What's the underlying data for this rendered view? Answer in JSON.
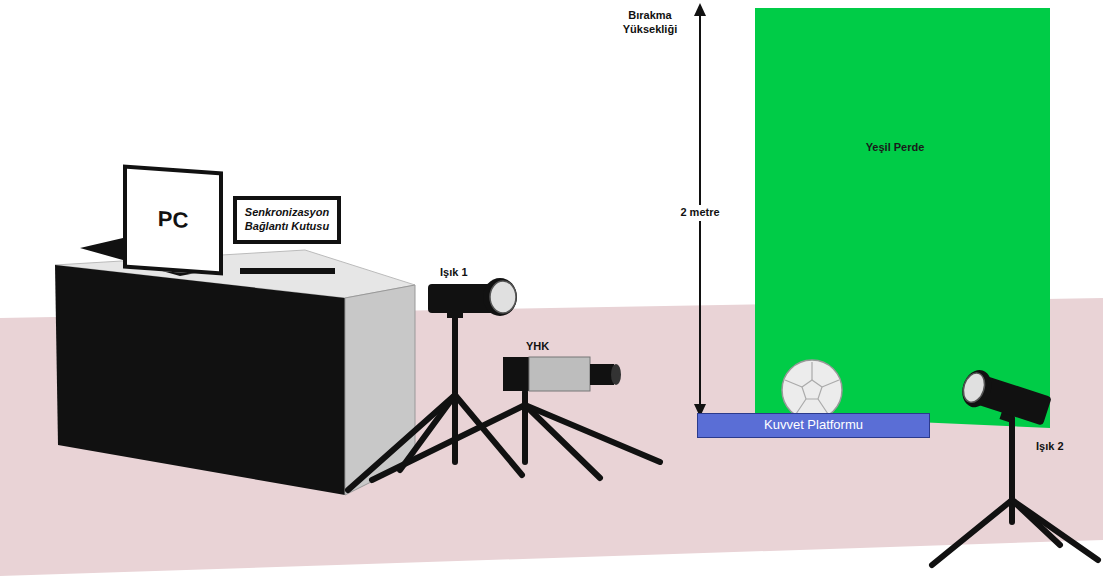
{
  "diagram": {
    "nodes": [
      {
        "text": [
          "PC"
        ]
      },
      {
        "text": [
          "Senkronizasyon Bağlantı Kutusu"
        ]
      },
      {
        "text": [
          "Yeşil Perde"
        ]
      },
      {
        "text": [
          "Kuvvet Platformu"
        ]
      }
    ],
    "labels": [
      "Bırakma Yüksekliği",
      "2 metre",
      "Işık 1",
      "YHK",
      "Işık 2"
    ]
  }
}
